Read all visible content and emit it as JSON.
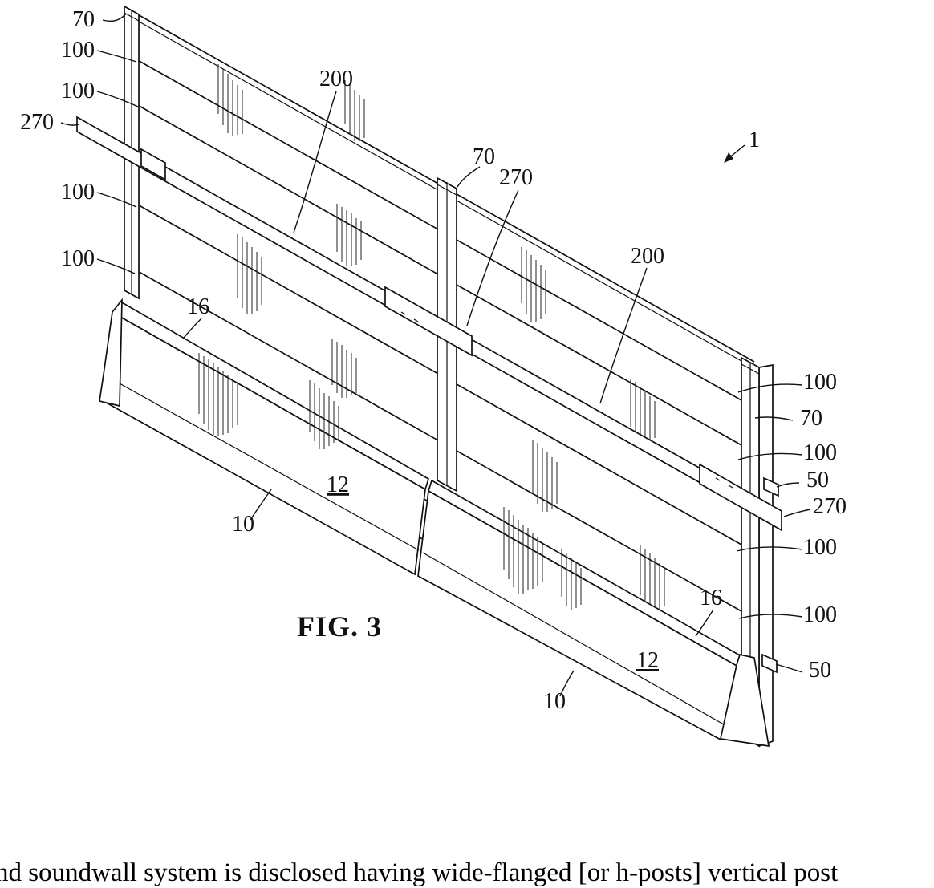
{
  "figure": {
    "caption": "FIG. 3",
    "reference_arrow": "1",
    "bottom_text": "nd soundwall system is disclosed having wide-flanged [or h-posts] vertical post",
    "labels": {
      "post70_top_left": "70",
      "panel100_a": "100",
      "panel100_b": "100",
      "rail270_left": "270",
      "panel100_c": "100",
      "panel100_d": "100",
      "splice200_left": "200",
      "post70_mid": "70",
      "rail270_mid": "270",
      "splice200_right": "200",
      "cap16_left": "16",
      "barrier12_left": "12",
      "barrier10_left": "10",
      "panel100_e": "100",
      "post70_right": "70",
      "panel100_f": "100",
      "tab50_a": "50",
      "rail270_right": "270",
      "panel100_g": "100",
      "cap16_right": "16",
      "panel100_h": "100",
      "barrier12_right": "12",
      "tab50_b": "50",
      "barrier10_right": "10"
    }
  }
}
